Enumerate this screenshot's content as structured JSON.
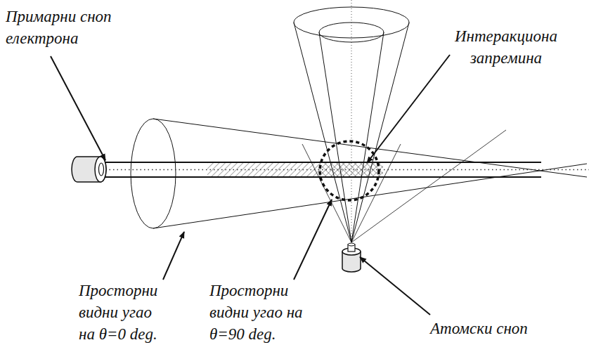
{
  "diagram": {
    "labels": [
      "Примарни сноп електрона",
      "Интеракциона запремина",
      "Просторни видни угао на θ=0 deg.",
      "Просторни видни угао на θ=90 deg.",
      "Атомски сноп"
    ]
  }
}
